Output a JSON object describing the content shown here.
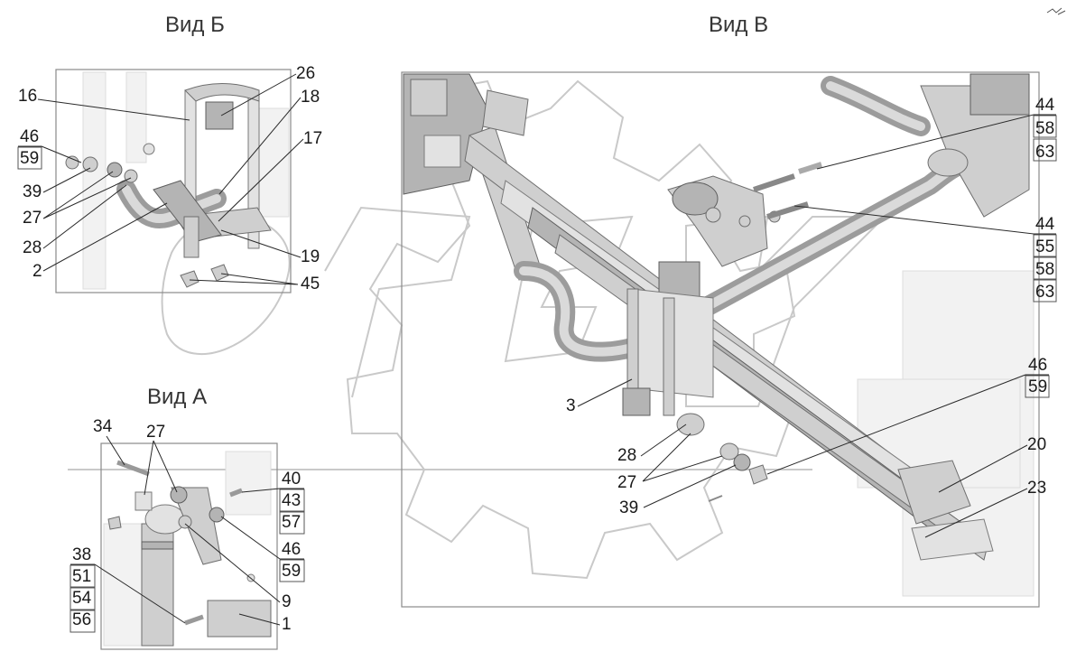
{
  "views": {
    "b": {
      "title": "Вид Б"
    },
    "v": {
      "title": "Вид В"
    },
    "a": {
      "title": "Вид А"
    }
  },
  "callouts": {
    "b": {
      "c16": "16",
      "c26": "26",
      "c18": "18",
      "c17": "17",
      "c46": "46",
      "c59": "59",
      "c39": "39",
      "c27": "27",
      "c28": "28",
      "c2": "2",
      "c19": "19",
      "c45": "45"
    },
    "v": {
      "c44a": "44",
      "c58a": "58",
      "c63a": "63",
      "c44b": "44",
      "c55b": "55",
      "c58b": "58",
      "c63b": "63",
      "c3": "3",
      "c46": "46",
      "c59": "59",
      "c28": "28",
      "c27": "27",
      "c39": "39",
      "c20": "20",
      "c23": "23"
    },
    "a": {
      "c34": "34",
      "c27": "27",
      "c40": "40",
      "c43": "43",
      "c57": "57",
      "c46": "46",
      "c59": "59",
      "c38": "38",
      "c51": "51",
      "c54": "54",
      "c56": "56",
      "c9": "9",
      "c1": "1"
    }
  },
  "colors": {
    "line": "#2a2a2a",
    "frame": "#8a8a8a",
    "part": "#cfcfcf",
    "watermark": "#c9c9c9"
  },
  "icons": {
    "corner_mark": "small-scribble-icon"
  }
}
